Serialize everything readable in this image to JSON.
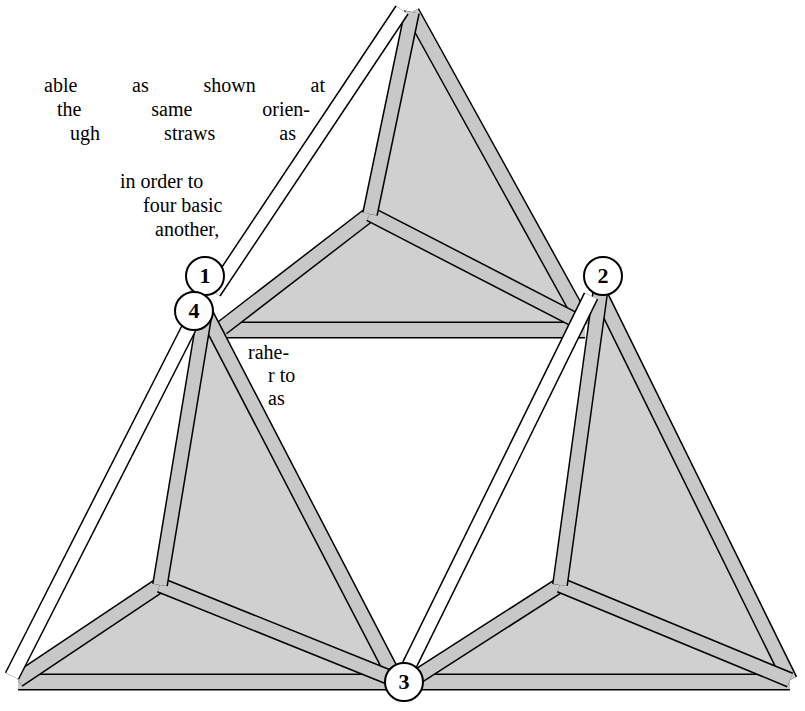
{
  "diagram": {
    "nodes": [
      {
        "text": [
          "1"
        ]
      },
      {
        "text": [
          "2"
        ]
      },
      {
        "text": [
          "4"
        ]
      },
      {
        "text": [
          "3"
        ]
      }
    ],
    "labels": [
      "able as shown at",
      "the same orien-",
      "ugh straws as",
      "in order to",
      "four basic",
      "another,",
      "rahe-",
      "r to",
      "as"
    ]
  }
}
